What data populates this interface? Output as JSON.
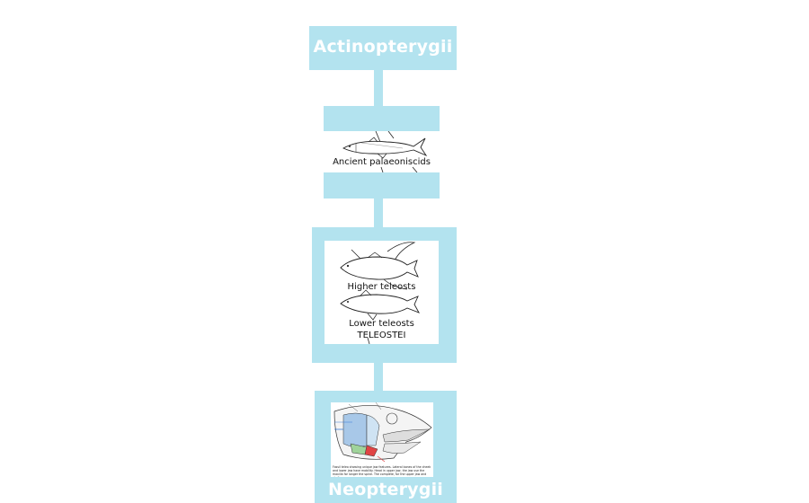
{
  "diagram": {
    "nodes": [
      {
        "id": "actinopterygii",
        "title": "Actinopterygii"
      },
      {
        "id": "palaeoniscids",
        "image_caption": "Ancient palaeoniscids",
        "image": "fish-drawing"
      },
      {
        "id": "teleostei",
        "image_captions": [
          "Higher teleosts",
          "Lower teleosts",
          "TELEOSTEI"
        ],
        "image": "two-fish-drawing"
      },
      {
        "id": "neopterygii",
        "title": "Neopterygii",
        "image": "fish-skull-anatomy-diagram",
        "image_fine_caption": "Fossil teleo showing unique jaw features. Lateral bones of the cheek and lower jaw have mobility. Head in upper jaw, the jaw use the maxilla for longer the spine. The complete, for the upper jaw and shell ..."
      }
    ],
    "colors": {
      "node_fill": "#b3e3ef",
      "title_text": "#ffffff"
    }
  }
}
